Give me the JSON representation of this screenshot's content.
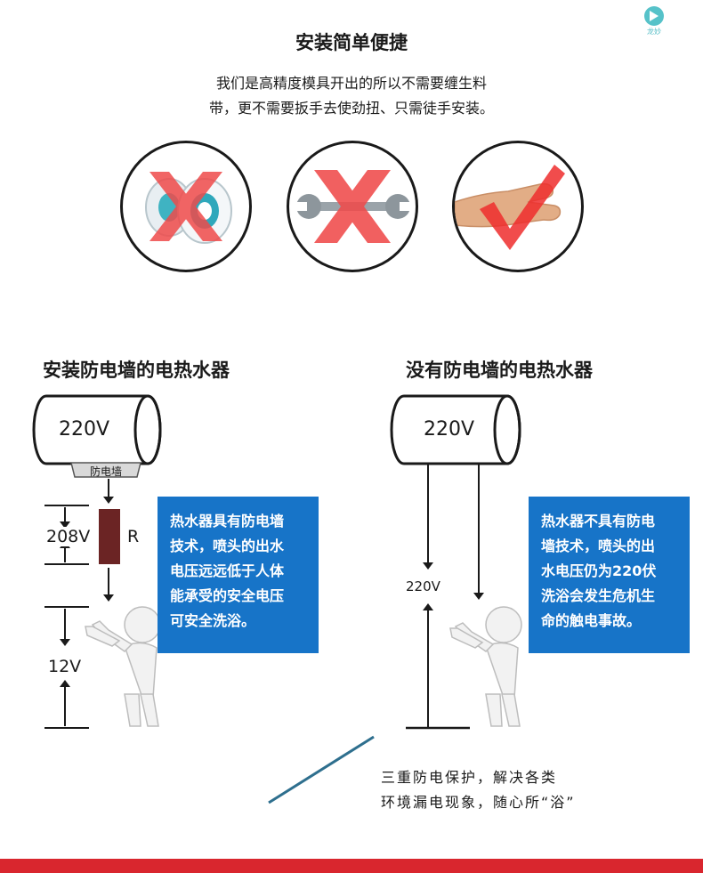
{
  "logo": {
    "text": "龙妙"
  },
  "header": {
    "title": "安装简单便捷",
    "intro_line1": "我们是高精度模具开出的所以不需要缠生料",
    "intro_line2": "带，更不需要扳手去使劲扭、只需徒手安装。"
  },
  "icons": [
    {
      "name": "tape-roll-icon",
      "mark": "cross"
    },
    {
      "name": "wrench-icon",
      "mark": "cross"
    },
    {
      "name": "hand-icon",
      "mark": "check"
    }
  ],
  "left": {
    "title": "安装防电墙的电热水器",
    "tank_label": "220V",
    "wall_label": "防电墙",
    "voltage_upper": "208V",
    "resistor_label": "R",
    "voltage_lower": "12V",
    "info": [
      "热水器具有防电墙",
      "技术，喷头的出水",
      "电压远远低于人体",
      "能承受的安全电压",
      "可安全洗浴。"
    ]
  },
  "right": {
    "title": "没有防电墙的电热水器",
    "tank_label": "220V",
    "voltage_label": "220V",
    "info": [
      "热水器不具有防电",
      "墙技术，喷头的出",
      "水电压仍为220伏",
      "洗浴会发生危机生",
      "命的触电事故。"
    ]
  },
  "footer": {
    "line1": "三重防电保护，解决各类",
    "line2": "环境漏电现象，随心所“浴”"
  },
  "colors": {
    "info_box": "#1774c8",
    "mark_red": "#ef4a4a",
    "bottom_bar": "#d9262e",
    "resistor": "#6b2424"
  }
}
